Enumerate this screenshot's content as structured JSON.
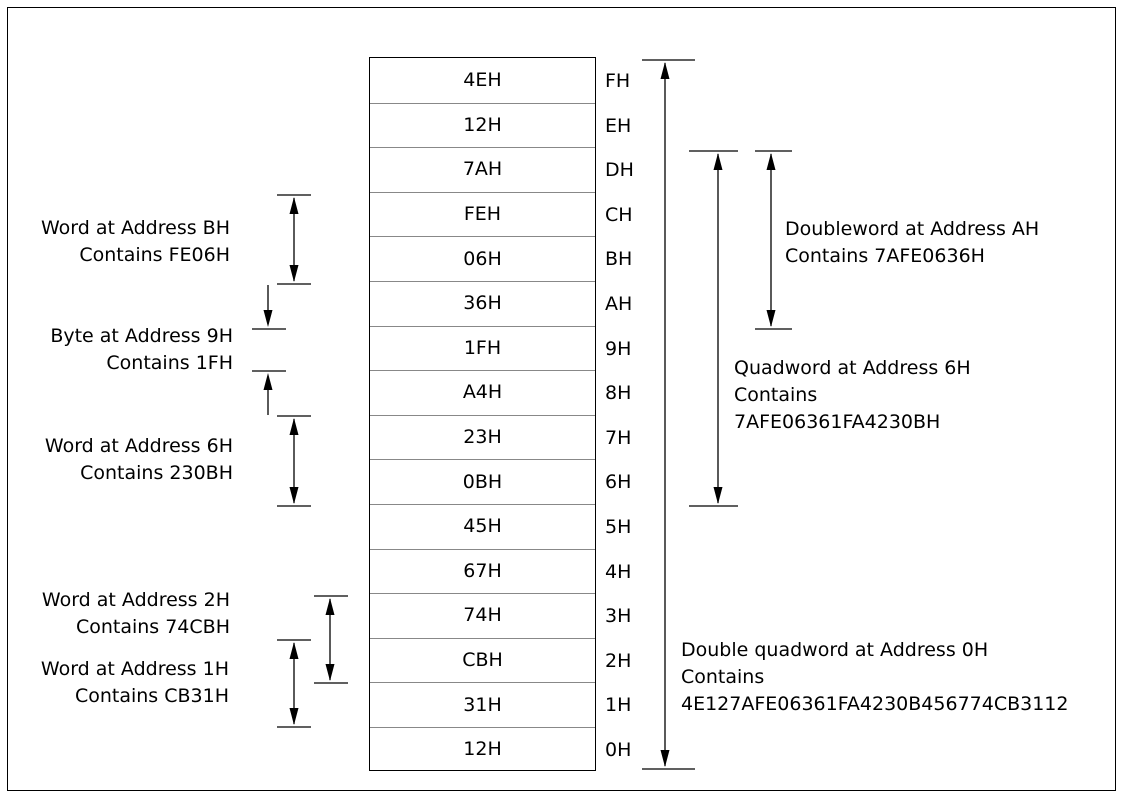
{
  "memory": {
    "cells": [
      {
        "value": "4EH",
        "address": "FH"
      },
      {
        "value": "12H",
        "address": "EH"
      },
      {
        "value": "7AH",
        "address": "DH"
      },
      {
        "value": "FEH",
        "address": "CH"
      },
      {
        "value": "06H",
        "address": "BH"
      },
      {
        "value": "36H",
        "address": "AH"
      },
      {
        "value": "1FH",
        "address": "9H"
      },
      {
        "value": "A4H",
        "address": "8H"
      },
      {
        "value": "23H",
        "address": "7H"
      },
      {
        "value": "0BH",
        "address": "6H"
      },
      {
        "value": "45H",
        "address": "5H"
      },
      {
        "value": "67H",
        "address": "4H"
      },
      {
        "value": "74H",
        "address": "3H"
      },
      {
        "value": "CBH",
        "address": "2H"
      },
      {
        "value": "31H",
        "address": "1H"
      },
      {
        "value": "12H",
        "address": "0H"
      }
    ]
  },
  "annotations": {
    "word_bh": {
      "line1": "Word at Address BH",
      "line2": "Contains FE06H"
    },
    "byte_9h": {
      "line1": "Byte at Address 9H",
      "line2": "Contains 1FH"
    },
    "word_6h": {
      "line1": "Word at Address 6H",
      "line2": "Contains 230BH"
    },
    "word_2h": {
      "line1": "Word at Address 2H",
      "line2": "Contains 74CBH"
    },
    "word_1h": {
      "line1": "Word at Address 1H",
      "line2": "Contains CB31H"
    },
    "dword_ah": {
      "line1": "Doubleword at Address AH",
      "line2": "Contains 7AFE0636H"
    },
    "qword_6h": {
      "line1": "Quadword at Address 6H",
      "line2": "Contains",
      "line3": "7AFE06361FA4230BH"
    },
    "dqword_0h": {
      "line1": "Double quadword at Address 0H",
      "line2": "Contains",
      "line3": "4E127AFE06361FA4230B456774CB3112"
    }
  }
}
